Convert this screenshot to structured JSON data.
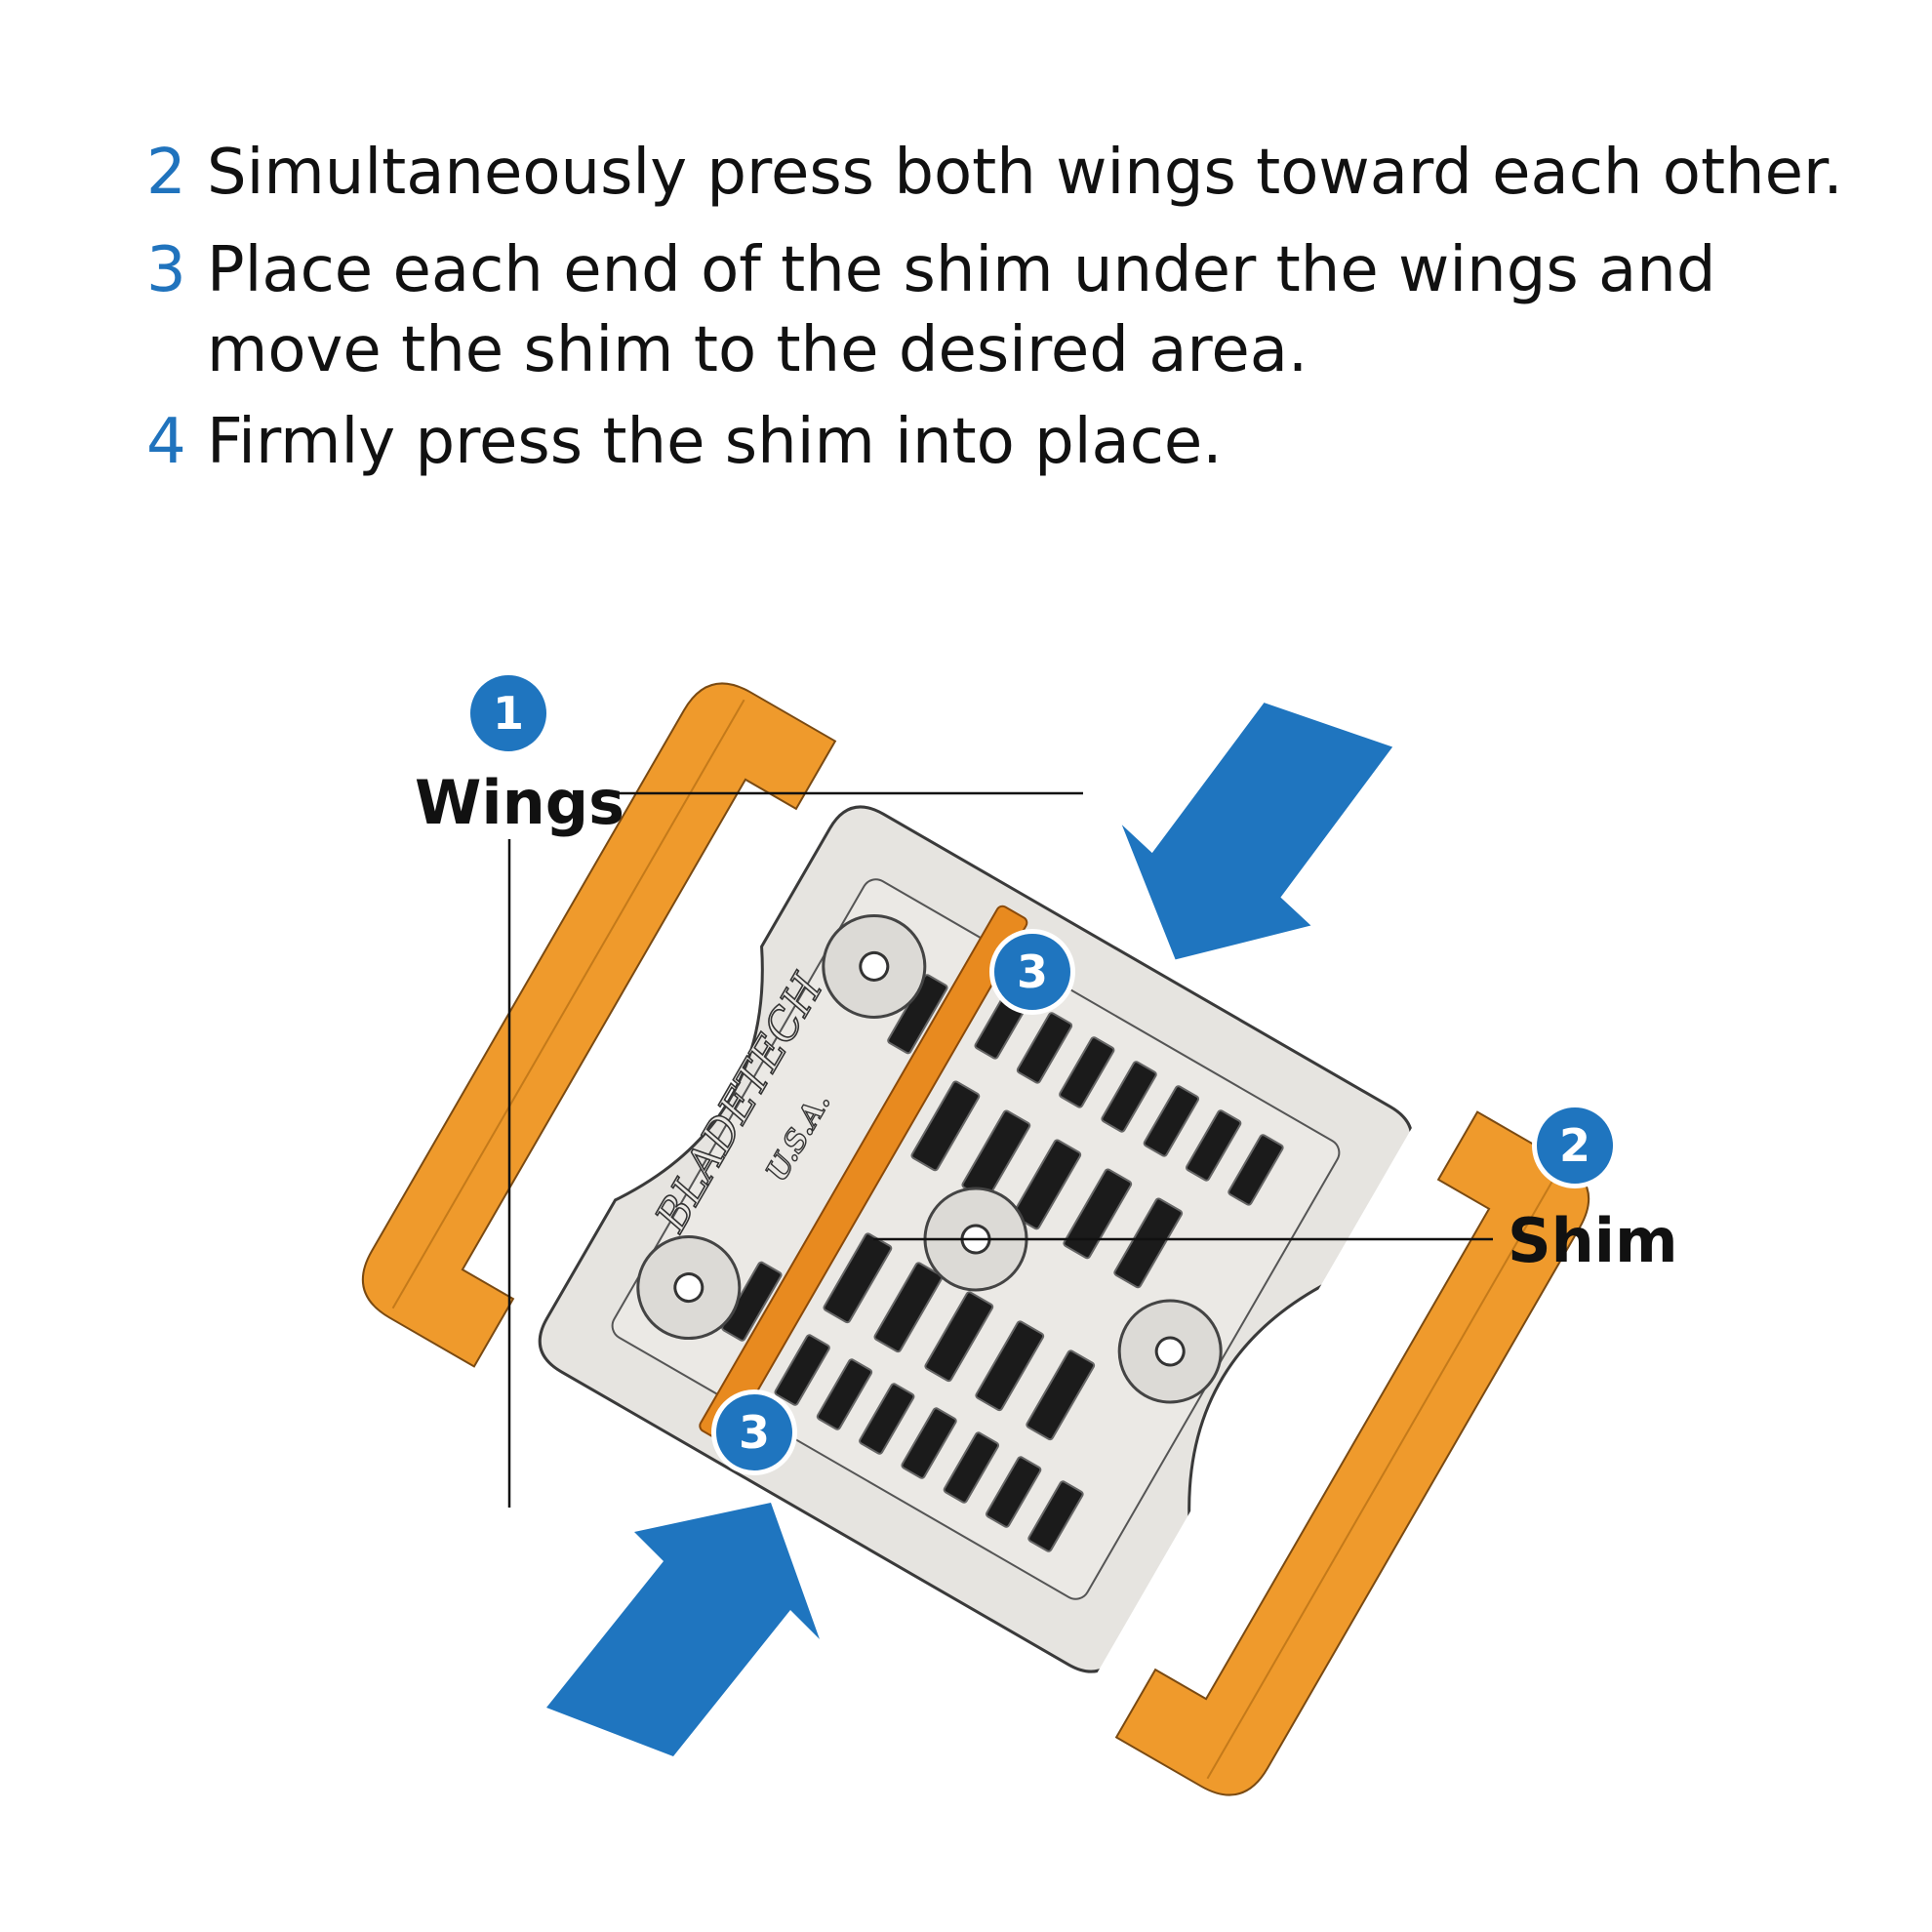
{
  "steps": [
    {
      "num": "2",
      "text": "Simultaneously press both wings toward each other."
    },
    {
      "num": "3",
      "text": "Place each end of the shim under the wings and move the shim to the desired area."
    },
    {
      "num": "4",
      "text": "Firmly press the shim into place."
    }
  ],
  "callouts": {
    "wings": {
      "num": "1",
      "label": "Wings"
    },
    "shim": {
      "num": "2",
      "label": "Shim"
    },
    "shim_end_top": {
      "num": "3"
    },
    "shim_end_bottom": {
      "num": "3"
    }
  },
  "brand": {
    "name": "BLADETECH",
    "origin": "U.S.A."
  },
  "colors": {
    "accent_blue": "#1f75bf",
    "wing_orange": "#ef9a2c",
    "shim_orange": "#e88a1f",
    "body_gray": "#e6e4e0"
  }
}
